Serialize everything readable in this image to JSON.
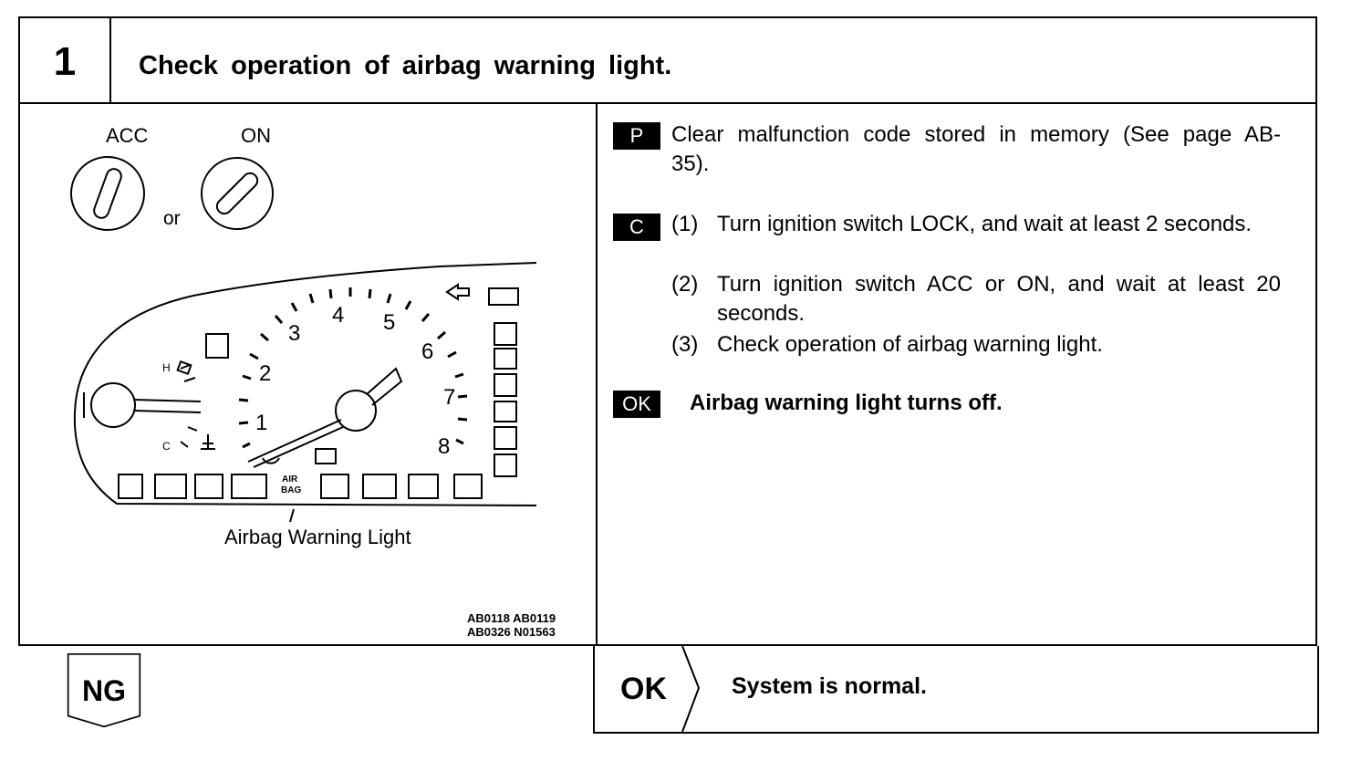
{
  "header": {
    "step_number": "1",
    "title": "Check operation of airbag warning light."
  },
  "figure": {
    "acc_label": "ACC",
    "on_label": "ON",
    "or_label": "or",
    "gauge_h": "H",
    "gauge_c": "C",
    "tach_numbers": [
      "1",
      "2",
      "3",
      "4",
      "5",
      "6",
      "7",
      "8"
    ],
    "airbag_icon_line1": "AIR",
    "airbag_icon_line2": "BAG",
    "callout": "Airbag Warning Light",
    "ref_codes_line1": "AB0118 AB0119",
    "ref_codes_line2": "AB0326 N01563"
  },
  "instructions": {
    "p_tag": "P",
    "p_text": "Clear malfunction code stored in memory (See page AB-35).",
    "c_tag": "C",
    "c_steps": [
      {
        "num": "(1)",
        "text": "Turn ignition switch LOCK, and wait at least 2 seconds."
      },
      {
        "num": "(2)",
        "text": "Turn ignition switch ACC or ON, and wait at least 20 seconds."
      },
      {
        "num": "(3)",
        "text": "Check operation of airbag warning light."
      }
    ],
    "ok_tag": "OK",
    "ok_text": "Airbag warning light turns off."
  },
  "footer": {
    "ng_label": "NG",
    "ok_label": "OK",
    "ok_result": "System is normal."
  }
}
